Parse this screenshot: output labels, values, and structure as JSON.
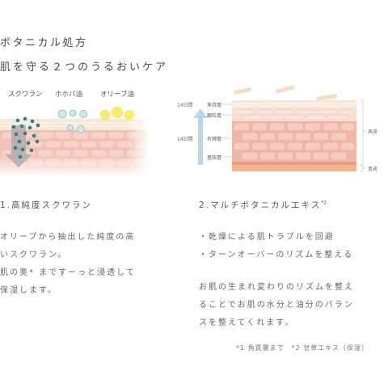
{
  "header": {
    "title": "ボタニカル処方",
    "subtitle": "肌を守る２つのうるおいケア"
  },
  "left_diagram": {
    "labels": [
      "スクワラン",
      "ホホバ油",
      "オリーブ油"
    ]
  },
  "right_diagram": {
    "time_top": "14日間",
    "time_bottom": "14日間",
    "layers": [
      "角質層",
      "顆粒層",
      "有棘層",
      "基底層"
    ],
    "bracket_labels": [
      "表皮",
      "真皮"
    ]
  },
  "section1": {
    "heading": "1.高純度スクワラン",
    "lines": [
      "オリーブから抽出した純度の高",
      "いスクワラン。",
      "肌の奥* まですーっと浸透して",
      "保湿します。"
    ]
  },
  "section2": {
    "heading": "2.マルチボタニカルエキス",
    "heading_sup": "*2",
    "bullets": [
      "・乾燥による肌トラブルを回避",
      "・ターンオーバーのリズムを整える"
    ],
    "lines": [
      "お肌の生まれ変わりのリズムを整え",
      "ることでお肌の水分と油分のバラン",
      "スを整えてくれます。"
    ]
  },
  "footnote": "*1 角質層まで　*2 甘草エキス（保湿）",
  "colors": {
    "skin_top": "#f6e8d8",
    "skin_mid": "#f2c2b6",
    "skin_cell": "#f7d2c8",
    "dermis": "#f4b48e",
    "squalane_dot": "#2f7f86",
    "olive_dot": "#f7ef6a",
    "jojoba_dot": "#9fd3cf",
    "arrow": "#b9d6ee"
  }
}
